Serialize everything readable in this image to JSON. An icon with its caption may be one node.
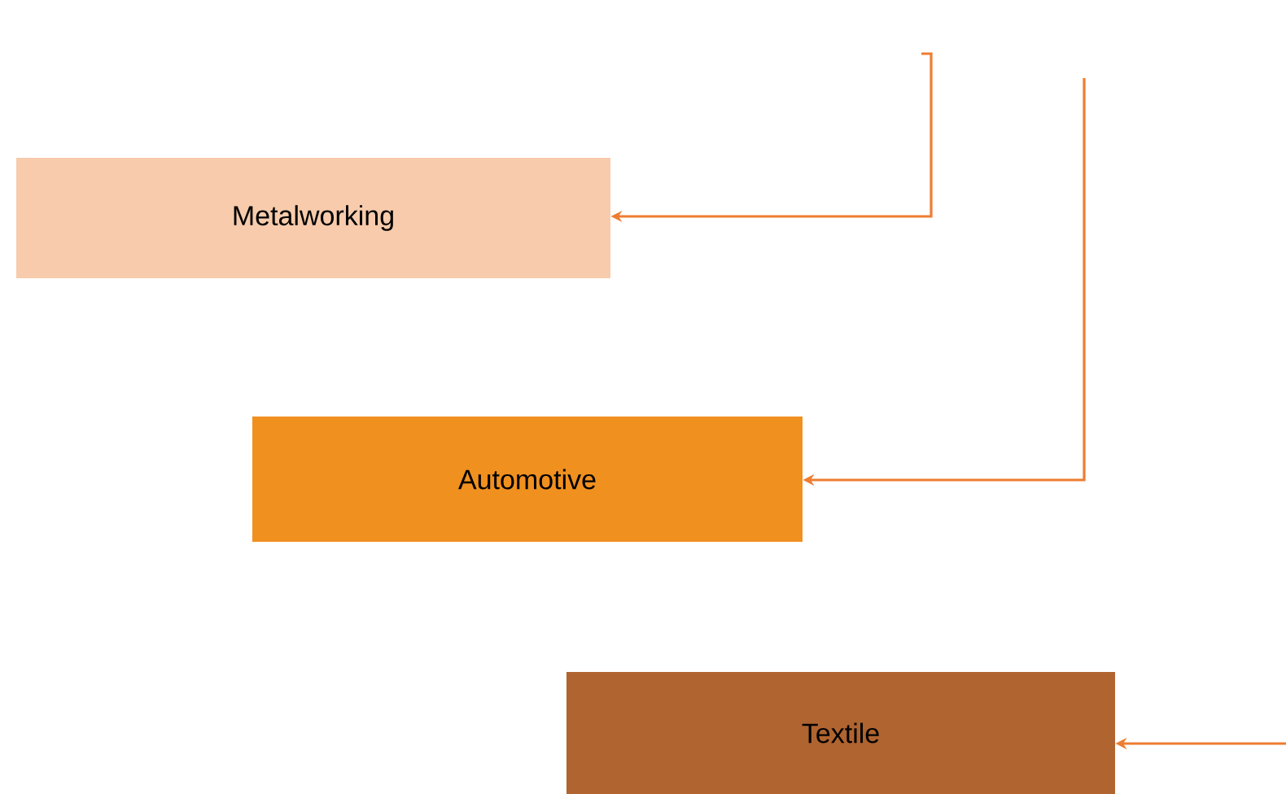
{
  "diagram": {
    "nodes": [
      {
        "text": [
          "Metalworking"
        ]
      },
      {
        "text": [
          "Automotive"
        ]
      },
      {
        "text": [
          "Textile"
        ]
      }
    ],
    "edges": [
      {
        "from": null,
        "to": 0,
        "arrow": "to"
      },
      {
        "from": null,
        "to": 1,
        "arrow": "to"
      },
      {
        "from": null,
        "to": 2,
        "arrow": "to"
      }
    ]
  }
}
